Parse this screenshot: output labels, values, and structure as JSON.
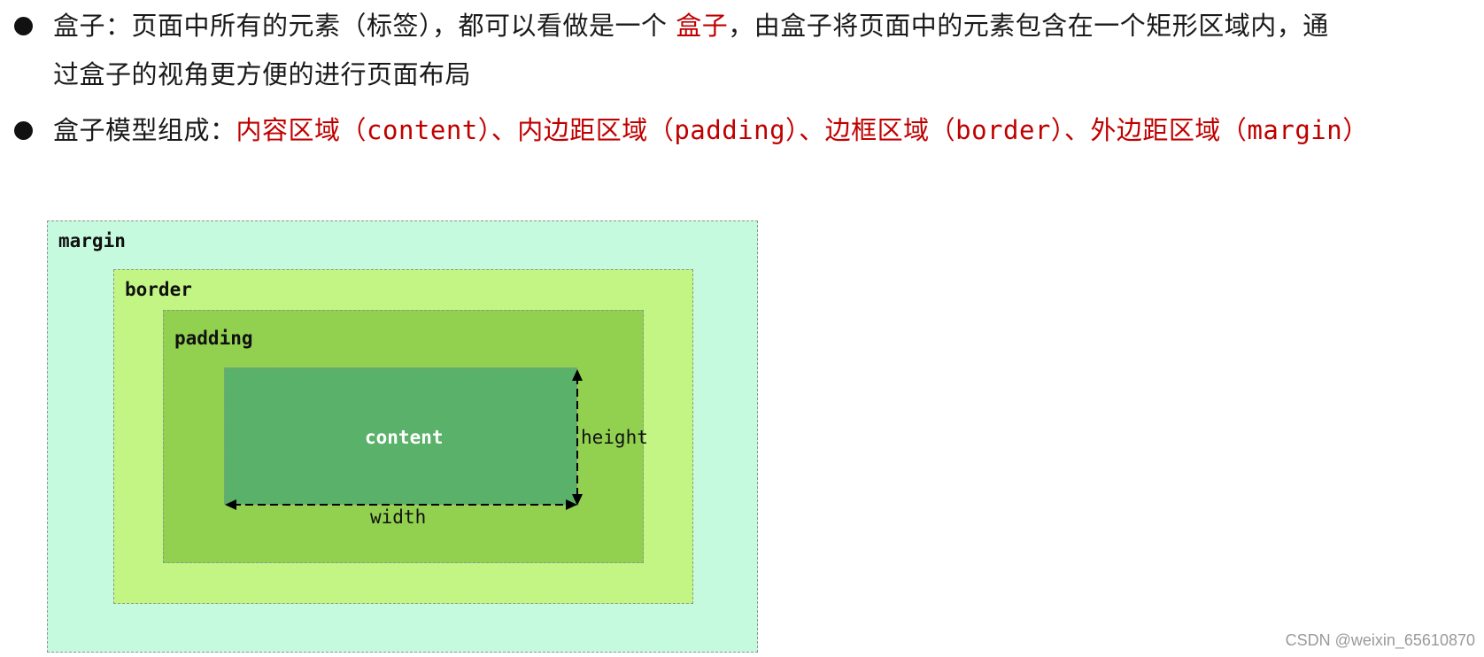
{
  "bullets": [
    {
      "lead": "盒子：页面中所有的元素（标签），都可以看做是一个 ",
      "highlight": "盒子",
      "tail_line1": "，由盒子将页面中的元素包含在一个矩形区域内，通",
      "tail_line2": "过盒子的视角更方便的进行页面布局"
    },
    {
      "lead": "盒子模型组成：",
      "parts": [
        {
          "cn": "内容区域",
          "en": "content"
        },
        {
          "cn": "内边距区域",
          "en": "padding"
        },
        {
          "cn": "边框区域",
          "en": "border"
        },
        {
          "cn": "外边距区域",
          "en": "margin"
        }
      ],
      "open_paren": "（",
      "close_paren": "）",
      "separator": "、"
    }
  ],
  "diagram": {
    "margin_label": "margin",
    "border_label": "border",
    "padding_label": "padding",
    "content_label": "content",
    "height_label": "height",
    "width_label": "width",
    "colors": {
      "margin": "#c6fadf",
      "border": "#c2f584",
      "padding": "#92d050",
      "content": "#5ab16a"
    }
  },
  "watermark": "CSDN @weixin_65610870"
}
